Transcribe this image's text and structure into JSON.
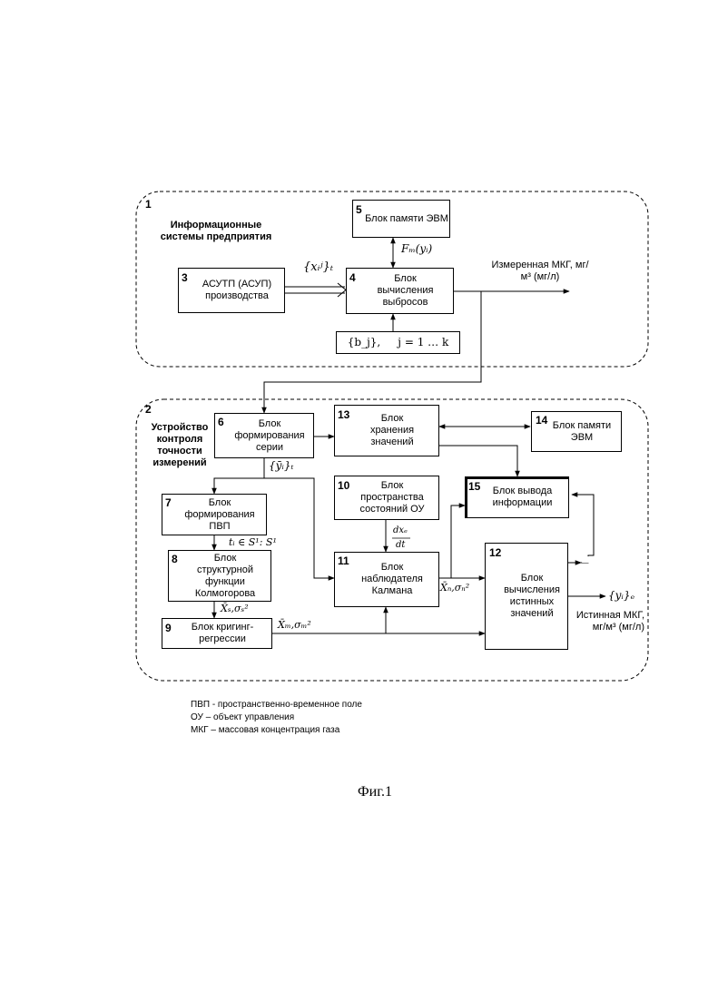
{
  "groups": {
    "g1": {
      "number": "1",
      "title": "Информационные системы предприятия"
    },
    "g2": {
      "number": "2",
      "title": "Устройство контроля точности измерений"
    }
  },
  "blocks": {
    "b3": {
      "number": "3",
      "label": "АСУТП (АСУП) производства"
    },
    "b4": {
      "number": "4",
      "label": "Блок вычисления выбросов"
    },
    "b5": {
      "number": "5",
      "label": "Блок памяти ЭВМ"
    },
    "b6": {
      "number": "6",
      "label": "Блок формирования серии"
    },
    "b7": {
      "number": "7",
      "label": "Блок формирования ПВП"
    },
    "b8": {
      "number": "8",
      "label": "Блок структурной функции Колмогорова"
    },
    "b9": {
      "number": "9",
      "label": "Блок кригинг-регрессии"
    },
    "b10": {
      "number": "10",
      "label": "Блок пространства состояний ОУ"
    },
    "b11": {
      "number": "11",
      "label": "Блок наблюдателя Калмана"
    },
    "b12": {
      "number": "12",
      "label": "Блок вычисления истинных значений"
    },
    "b13": {
      "number": "13",
      "label": "Блок хранения значений"
    },
    "b14": {
      "number": "14",
      "label": "Блок памяти ЭВМ"
    },
    "b15": {
      "number": "15",
      "label": "Блок вывода информации"
    },
    "bcoef": {
      "label": "{b_j},     j = 1 … k"
    }
  },
  "signals": {
    "xij": "{xᵢʲ}ₜ",
    "fm": "Fₘ(yᵢ)",
    "yi_series": "{ȳᵢ}ₜ",
    "ti": "tᵢ ∈ S¹: S¹",
    "xs": "X̄ₛ,σₛ²",
    "xm": "X̄ₘ,σₘ²",
    "xn": "X̄ₙ,σₙ²",
    "dxdt_num": "dxₑ",
    "dxdt_den": "dt",
    "yi_out": "{yᵢ}ₑ"
  },
  "outputs": {
    "measured": "Измеренная МКГ, мг/м³ (мг/л)",
    "true": "Истинная МКГ, мг/м³ (мг/л)"
  },
  "legend": [
    "ПВП - пространственно-временное поле",
    "ОУ – объект управления",
    "МКГ – массовая концентрация газа"
  ],
  "caption": "Фиг.1"
}
